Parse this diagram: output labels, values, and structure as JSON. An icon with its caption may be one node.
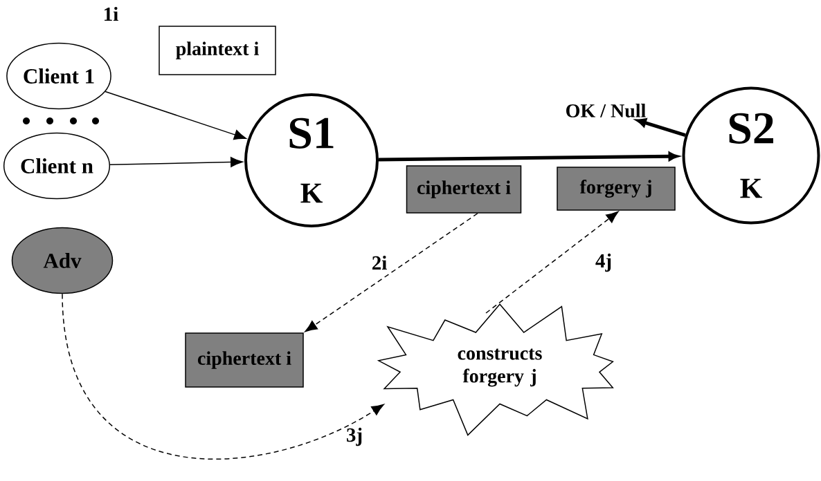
{
  "diagram": {
    "nodes": [
      {
        "text": [
          "Client 1"
        ]
      },
      {
        "text": [
          "Client n"
        ]
      },
      {
        "text": [
          "S1",
          "K"
        ]
      },
      {
        "text": [
          "S2",
          "K"
        ]
      },
      {
        "text": [
          "plaintext i"
        ]
      },
      {
        "text": [
          "ciphertext i"
        ]
      },
      {
        "text": [
          "forgery j"
        ]
      },
      {
        "text": [
          "Adv"
        ]
      },
      {
        "text": [
          "ciphertext i"
        ]
      },
      {
        "text": [
          "constructs forgery j"
        ]
      },
      {
        "text": [
          "OK / Null"
        ]
      }
    ],
    "edges": [
      {
        "from": 0,
        "to": 2,
        "arrow": "to"
      },
      {
        "from": 1,
        "to": 2,
        "arrow": "to"
      },
      {
        "from": 2,
        "to": 3,
        "arrow": "to",
        "style": "thick"
      },
      {
        "from": 3,
        "to": 10,
        "arrow": "to",
        "style": "thick"
      },
      {
        "from": 5,
        "to": 8,
        "arrow": "to",
        "style": "dashed"
      },
      {
        "from": 7,
        "to": 9,
        "arrow": "to",
        "style": "dashed"
      },
      {
        "from": 9,
        "to": 6,
        "arrow": "to",
        "style": "dashed"
      }
    ],
    "labels": [
      "1i",
      "2i",
      "4j",
      "3j"
    ]
  }
}
